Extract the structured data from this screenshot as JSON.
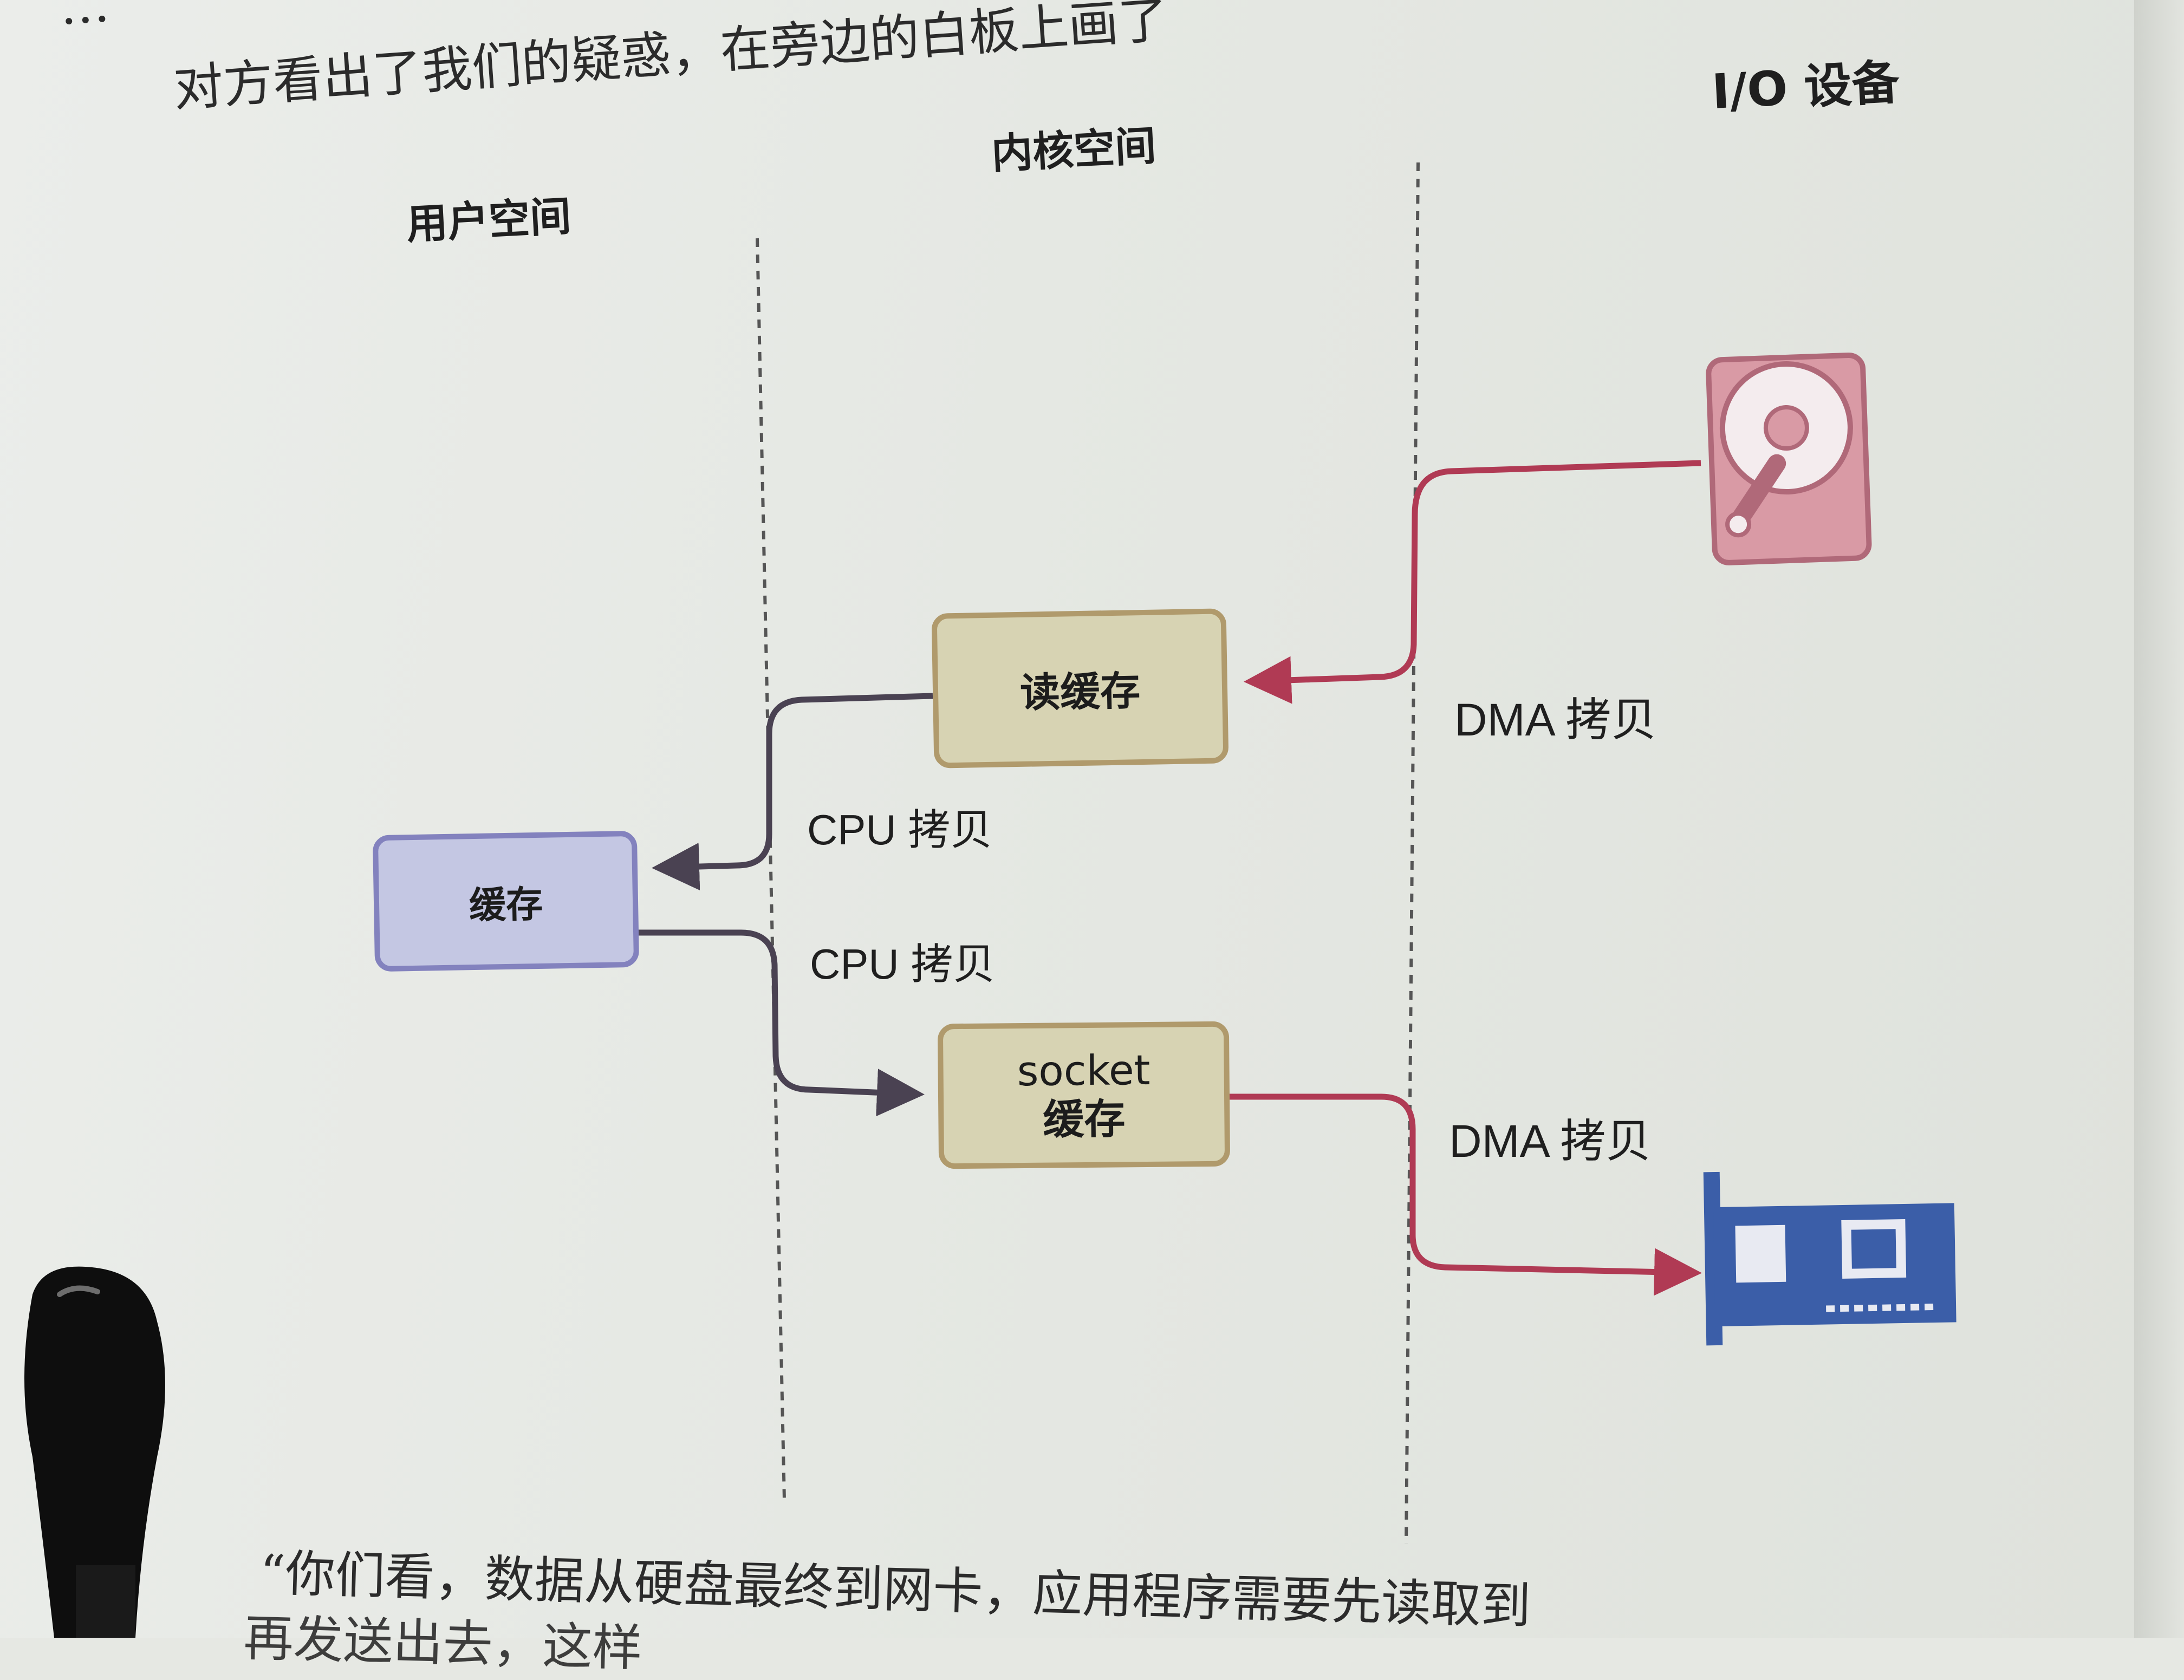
{
  "text": {
    "top_line_cut": "…",
    "top_line": "对方看出了我们的疑惑，在旁边的白板上画了",
    "bottom_line": "“你们看，数据从硬盘最终到网卡，应用程序需要先读取到",
    "bottom_line2": "再发送出去，这样"
  },
  "diagram": {
    "columns": {
      "user_space": "用户空间",
      "kernel_space": "内核空间",
      "io_devices": "I/O 设备"
    },
    "nodes": {
      "read_buffer": "读缓存",
      "user_buffer": "缓存",
      "socket_buffer_line1": "socket",
      "socket_buffer_line2": "缓存"
    },
    "edges": {
      "disk_to_read": "DMA 拷贝",
      "read_to_user": "CPU 拷贝",
      "user_to_socket": "CPU 拷贝",
      "socket_to_nic": "DMA 拷贝"
    },
    "devices": {
      "disk": "hard-disk-icon",
      "nic": "network-card-icon"
    },
    "colors": {
      "dma_arrow": "#b03a54",
      "cpu_arrow": "#4a4252",
      "kernel_box_fill": "#d7d3b3",
      "kernel_box_border": "#b09a6c",
      "user_box_fill": "#c4c7e3",
      "user_box_border": "#8382be",
      "disk_fill": "#d99aa5",
      "nic_fill": "#3b5ea8"
    }
  }
}
